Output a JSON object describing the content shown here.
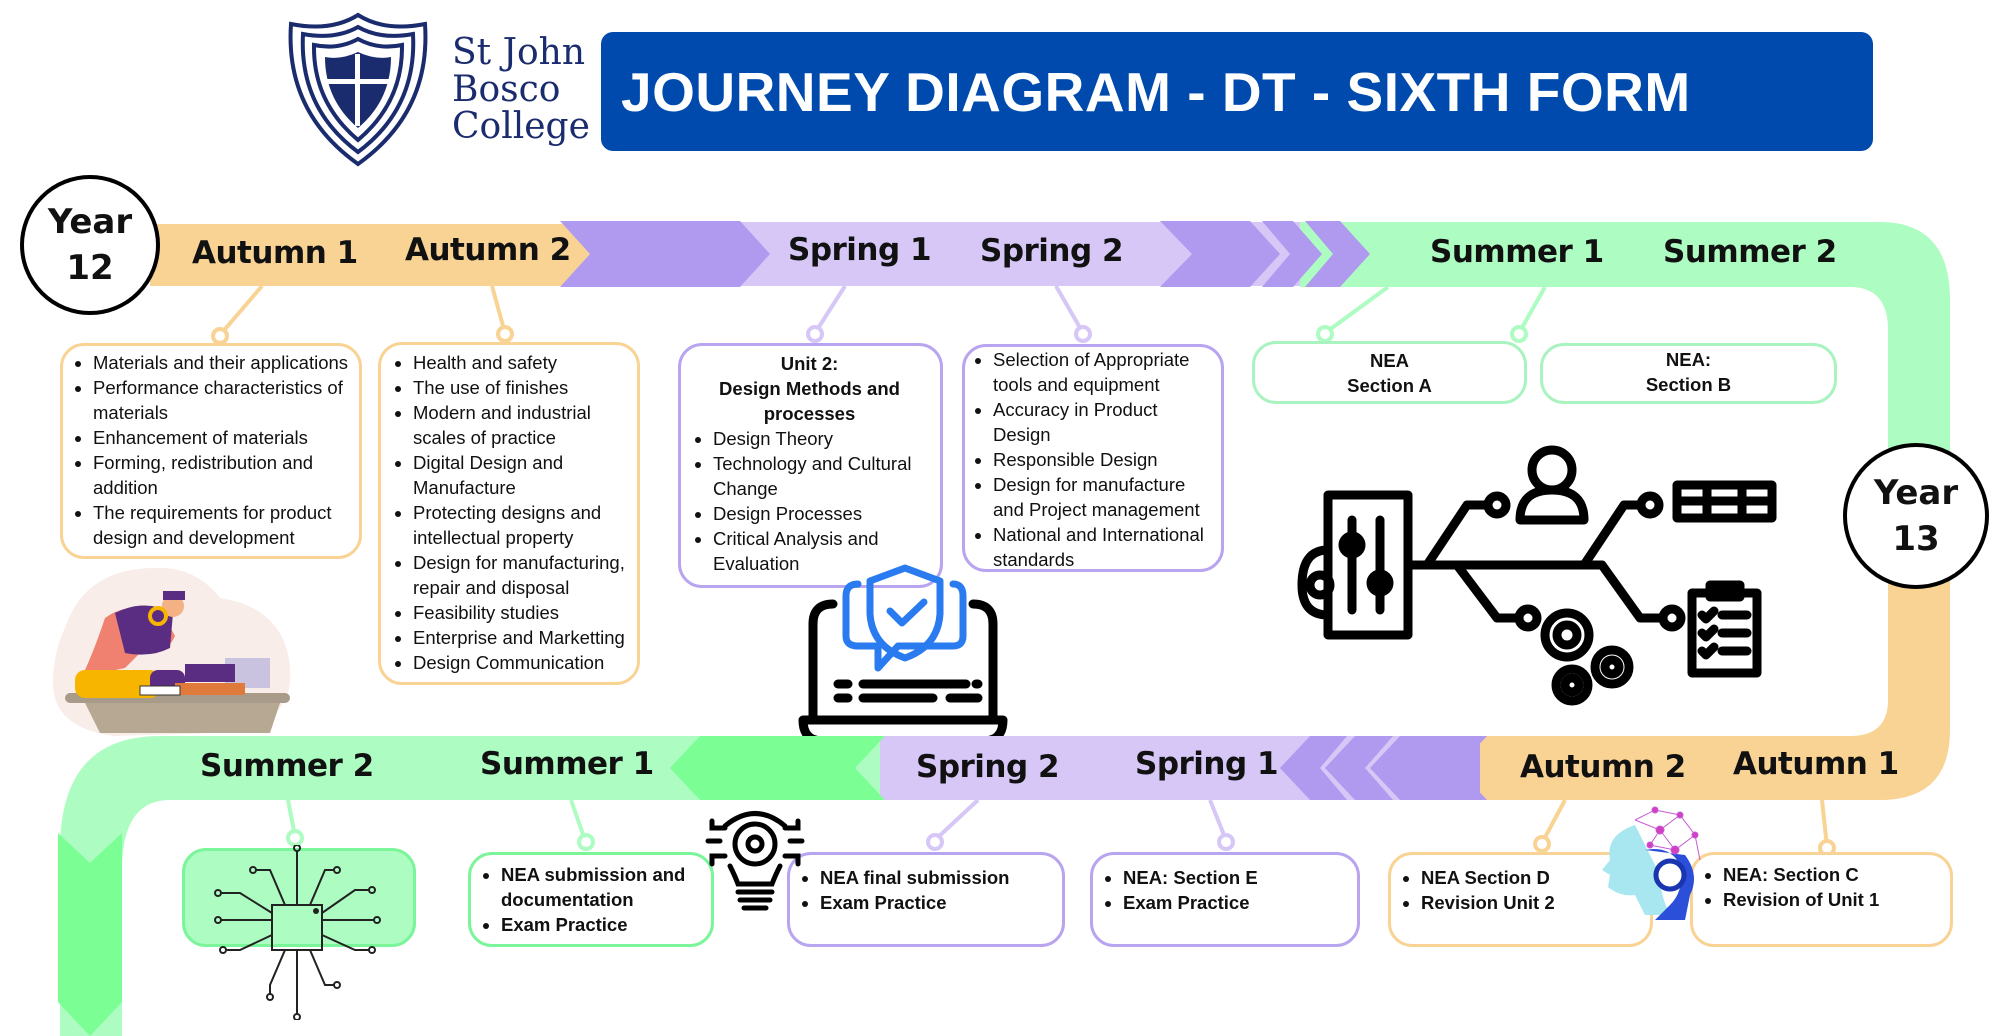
{
  "header": {
    "school_name_lines": [
      "St John",
      "Bosco",
      "College"
    ],
    "title": "JOURNEY DIAGRAM - DT - SIXTH FORM"
  },
  "colors": {
    "title_bar": "#004aad",
    "autumn": "#f8d394",
    "spring_light": "#d6c7f7",
    "spring_dark": "#b09af0",
    "summer_light": "#adfcc1",
    "summer_dark": "#7bff95",
    "logo_navy": "#1a2b6e"
  },
  "year12": {
    "badge": {
      "line1": "Year",
      "line2": "12"
    },
    "terms": [
      {
        "label": "Autumn 1",
        "box": {
          "items": [
            "Materials and their applications",
            "Performance characteristics of materials",
            "Enhancement of materials",
            "Forming, redistribution and addition",
            "The requirements for product design and development"
          ]
        }
      },
      {
        "label": "Autumn 2",
        "box": {
          "items": [
            "Health and safety",
            "The use of finishes",
            "Modern and industrial scales of practice",
            "Digital Design and Manufacture",
            "Protecting designs and intellectual property",
            "Design for manufacturing, repair and disposal",
            "Feasibility studies",
            "Enterprise and Marketting",
            "Design Communication"
          ]
        }
      },
      {
        "label": "Spring 1",
        "box": {
          "heading_lines": [
            "Unit 2:",
            "Design Methods and processes"
          ],
          "items": [
            "Design Theory",
            "Technology and Cultural Change",
            "Design Processes",
            "Critical Analysis and Evaluation"
          ]
        }
      },
      {
        "label": "Spring 2",
        "box": {
          "items": [
            "Selection of Appropriate tools and equipment",
            "Accuracy in Product Design",
            "Responsible Design",
            "Design for manufacture and Project management",
            "National and International standards"
          ]
        }
      },
      {
        "label": "Summer 1",
        "box": {
          "heading_lines": [
            "NEA",
            "Section A"
          ]
        }
      },
      {
        "label": "Summer 2",
        "box": {
          "heading_lines": [
            "NEA:",
            "Section B"
          ]
        }
      }
    ]
  },
  "year13": {
    "badge": {
      "line1": "Year",
      "line2": "13"
    },
    "terms": [
      {
        "label": "Autumn 1",
        "box": {
          "items": [
            "NEA: Section C",
            "Revision of Unit 1"
          ]
        }
      },
      {
        "label": "Autumn 2",
        "box": {
          "items": [
            "NEA Section D",
            "Revision Unit 2"
          ]
        }
      },
      {
        "label": "Spring 1",
        "box": {
          "items": [
            "NEA: Section E",
            "Exam Practice"
          ]
        }
      },
      {
        "label": "Spring 2",
        "box": {
          "items": [
            "NEA final submission",
            "Exam Practice"
          ]
        }
      },
      {
        "label": "Summer 1",
        "box": {
          "items": [
            "NEA submission and documentation",
            "Exam Practice"
          ]
        }
      },
      {
        "label": "Summer 2",
        "box": {
          "items": []
        }
      }
    ]
  },
  "icons": [
    "school-shield-logo",
    "student-workbench-illustration",
    "laptop-shield-check-icon",
    "workflow-network-icon",
    "lightbulb-gear-icon",
    "ai-head-illustration",
    "circuit-chip-icon"
  ]
}
